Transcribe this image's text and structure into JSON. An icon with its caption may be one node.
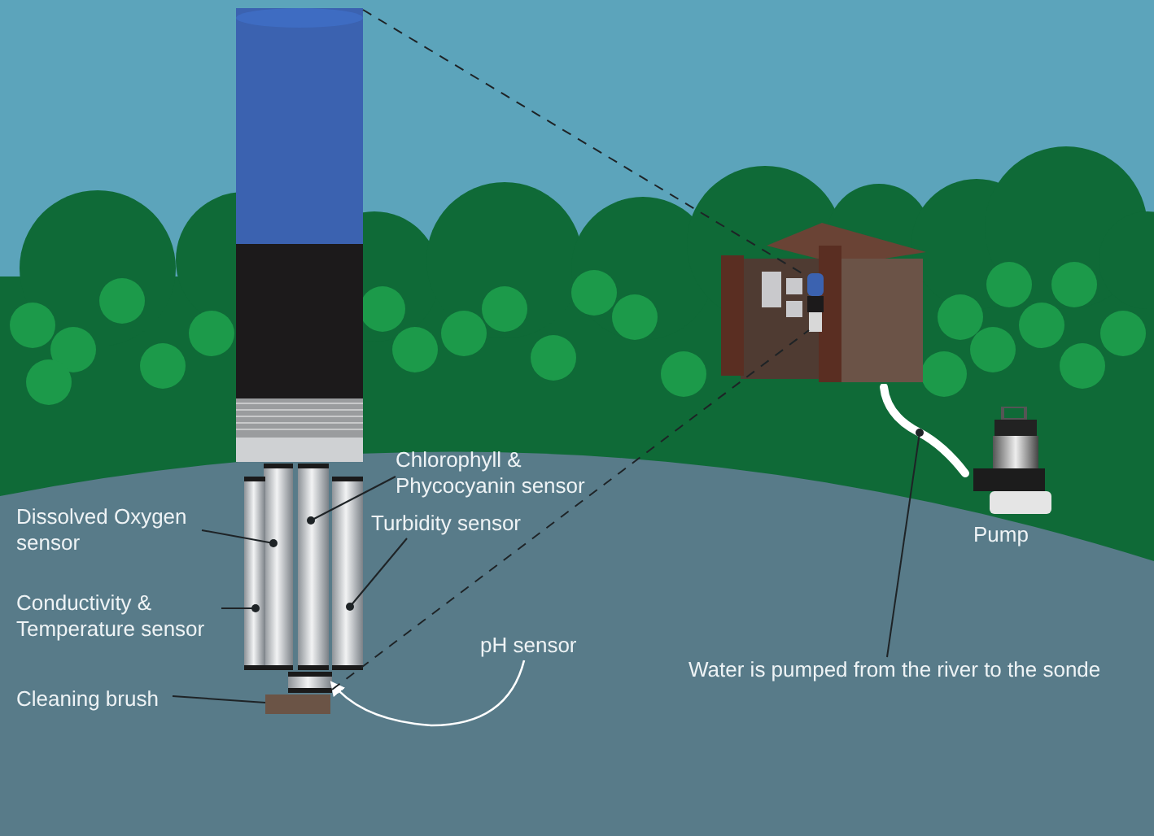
{
  "diagram": {
    "nodes": [
      {
        "text": [
          "Chlorophyll & Phycocyanin sensor"
        ]
      },
      {
        "text": [
          "Dissolved Oxygen sensor"
        ]
      },
      {
        "text": [
          "Turbidity sensor"
        ]
      },
      {
        "text": [
          "Conductivity & Temperature sensor"
        ]
      },
      {
        "text": [
          "pH sensor"
        ]
      },
      {
        "text": [
          "Cleaning brush"
        ]
      },
      {
        "text": [],
        "shape": "picture",
        "beside": [
          "Pump"
        ]
      },
      {
        "text": [
          "Water is pumped from the river to the sonde"
        ]
      },
      {
        "text": [],
        "shape": "cylinder"
      },
      {
        "text": [],
        "shape": "cylinder"
      },
      {
        "text": [],
        "shape": "cylinder"
      },
      {
        "text": [],
        "shape": "cylinder"
      },
      {
        "text": [],
        "shape": "cylinder"
      },
      {
        "text": [],
        "shape": "bar"
      },
      {
        "text": [],
        "shape": "picture"
      },
      {
        "text": [],
        "shape": "picture"
      },
      {
        "text": [],
        "shape": "picture"
      },
      {
        "text": [],
        "shape": "picture",
        "in": 15
      }
    ],
    "edges": [
      {
        "from": 0,
        "to": 8,
        "arrow": "other"
      },
      {
        "from": 1,
        "to": 9,
        "arrow": "other"
      },
      {
        "from": 2,
        "to": 10,
        "arrow": "other"
      },
      {
        "from": 3,
        "to": 11,
        "arrow": "other"
      },
      {
        "from": 4,
        "to": 12,
        "arrow": "to",
        "color": "#ffffff"
      },
      {
        "from": 5,
        "to": 13,
        "arrow": "none"
      },
      {
        "from": 7,
        "to": 14,
        "arrow": "other"
      },
      {
        "from": 16,
        "to": 17,
        "arrow": "none",
        "style": "dashed"
      },
      {
        "from": 12,
        "to": 17,
        "arrow": "none",
        "style": "dashed"
      }
    ]
  }
}
